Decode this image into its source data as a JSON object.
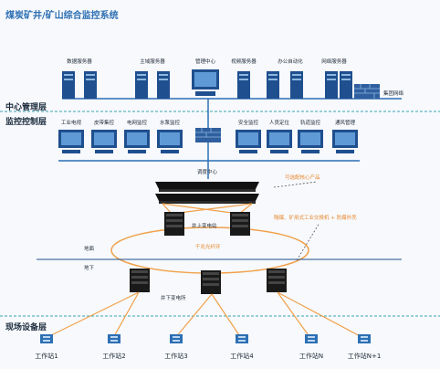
{
  "title": "煤炭矿井/矿山综合监控系统",
  "layers": {
    "management": "中心管理层",
    "monitoring": "监控控制层",
    "field": "现场设备层"
  },
  "servers": [
    "数据服务器",
    "主域服务器",
    "管理中心",
    "视频服务器",
    "办公自动化",
    "网络服务器"
  ],
  "firewall_label": "集团网络",
  "monitor_stations": [
    "工业电视",
    "皮带集控",
    "电网监控",
    "水泵监控",
    "安全监控",
    "人员定位",
    "轨道监控",
    "通风管理"
  ],
  "dispatch_center": "调度中心",
  "annotations": {
    "redundant_core": "可选配核心产品",
    "ring_switch": "隔爆、矿用式工业交换机 + 防爆外壳"
  },
  "surface_station": "井上变电站",
  "ring_network": "千兆光纤环",
  "ground": "地面",
  "underground": "地下",
  "underground_station": "井下变电所",
  "workstations": [
    "工作站1",
    "工作站2",
    "工作站3",
    "工作站4",
    "工作站N",
    "工作站N+1"
  ],
  "colors": {
    "accent_blue": "#2d6fb3",
    "dark_blue": "#1f4f8e",
    "fiber_orange": "#f0a14a",
    "dashed_teal": "#3aa3b5"
  }
}
